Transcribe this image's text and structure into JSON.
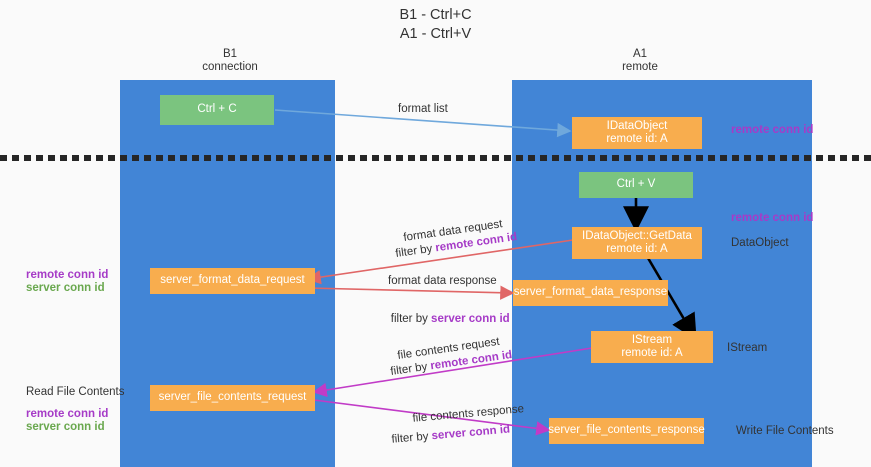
{
  "title": "B1 - Ctrl+C\nA1 - Ctrl+V",
  "columns": {
    "left": "B1\nconnection",
    "right": "A1\nremote"
  },
  "colors": {
    "lane": "#4285d6",
    "box_orange": "#f8ad4e",
    "box_green": "#7bc47f",
    "conn_purple": "#a63bc7",
    "conn_green": "#6aa84f",
    "arrow_blue": "#6fa8dc",
    "arrow_red": "#e06666",
    "arrow_magenta": "#c13bc7",
    "arrow_black": "#000000"
  },
  "boxes": {
    "ctrl_c": "Ctrl + C",
    "ctrl_v": "Ctrl + V",
    "idataobject": "IDataObject\nremote id: A",
    "idataobject_getdata": "IDataObject::GetData\nremote id: A",
    "istream": "IStream\nremote id: A",
    "server_format_data_request": "server_format_data_request",
    "server_format_data_response": "server_format_data_response",
    "server_file_contents_request": "server_file_contents_request",
    "server_file_contents_response": "server_file_contents_response"
  },
  "edges": {
    "format_list": "format list",
    "format_data_request": "format data request",
    "format_data_request_filter_prefix": "filter by ",
    "format_data_request_filter_key": "remote conn id",
    "format_data_response": "format data response",
    "format_data_response_filter_prefix": "filter by ",
    "format_data_response_filter_key": "server conn id",
    "file_contents_request": "file contents request",
    "file_contents_request_filter_prefix": "filter by ",
    "file_contents_request_filter_key": "remote conn id",
    "file_contents_response": "file contents response",
    "file_contents_response_filter_prefix": "filter by ",
    "file_contents_response_filter_key": "server conn id"
  },
  "annotations": {
    "right_remote_conn_id_top": "remote conn id",
    "right_remote_conn_id_mid": "remote conn id",
    "right_dataobject": "DataObject",
    "right_istream": "IStream",
    "right_write_file_contents": "Write File Contents",
    "left_remote_conn_id": "remote conn id",
    "left_server_conn_id": "server conn id",
    "left_read_file_contents": "Read File Contents",
    "left_bottom_remote_conn_id": "remote conn id",
    "left_bottom_server_conn_id": "server conn id"
  }
}
